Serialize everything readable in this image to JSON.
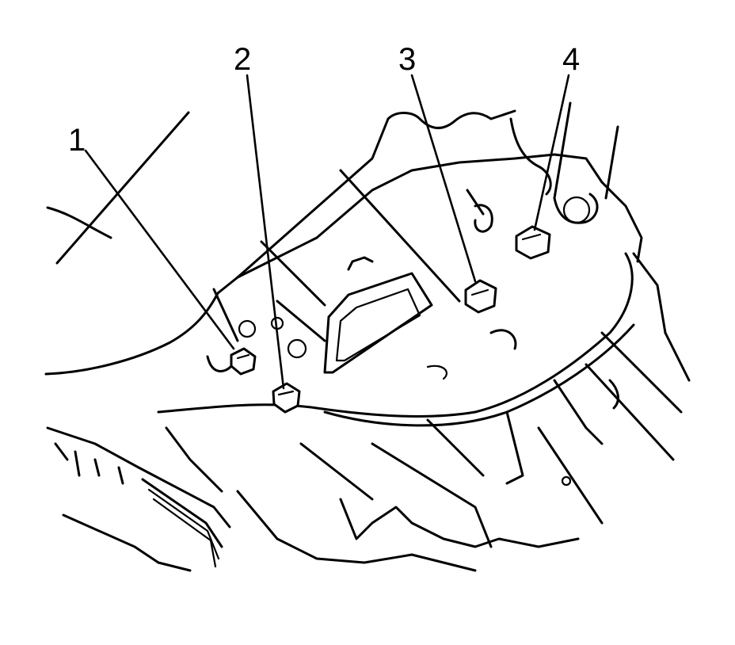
{
  "diagram": {
    "callouts": [
      {
        "label": "1"
      },
      {
        "label": "2"
      },
      {
        "label": "3"
      },
      {
        "label": "4"
      }
    ],
    "colors": {
      "ink": "#000000",
      "background": "#ffffff"
    }
  }
}
